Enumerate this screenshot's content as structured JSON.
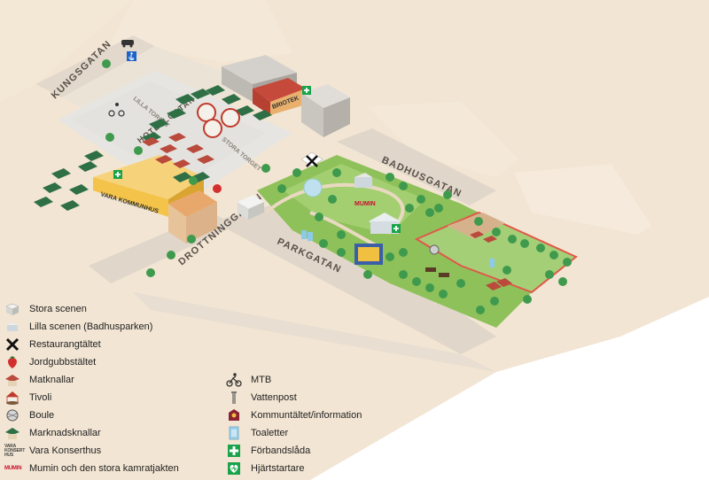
{
  "map": {
    "streets": {
      "kungsgatan": "KUNGSGATAN",
      "hotellgatan": "HOTELLGATAN",
      "drottninggatan": "DROTTNINGGATAN",
      "parkgatan": "PARKGATAN",
      "badhusgatan": "BADHUSGATAN"
    },
    "places": {
      "lilla_torget": "LILLA TORGET",
      "stora_torget": "STORA TORGET",
      "vara_kommunhus": "VARA KOMMUNHUS",
      "briotek": "BRIOTEK",
      "mumin": "MUMIN"
    },
    "colors": {
      "ground": "#f2e5d3",
      "street": "#e0d6ca",
      "park_green": "#8ec15a",
      "tree_green": "#3f9a4e",
      "building_yellow": "#f3c34a",
      "building_orange": "#e9a86b",
      "accent_red": "#e0584a",
      "first_aid_green": "#19a34a"
    }
  },
  "legend": {
    "left": [
      {
        "icon": "stage-icon",
        "label": "Stora scenen"
      },
      {
        "icon": "small-stage-icon",
        "label": "Lilla scenen (Badhusparken)"
      },
      {
        "icon": "restaurant-icon",
        "label": "Restaurangtältet"
      },
      {
        "icon": "strawberry-icon",
        "label": "Jordgubbstältet"
      },
      {
        "icon": "food-stall-icon",
        "label": "Matknallar"
      },
      {
        "icon": "carousel-icon",
        "label": "Tivoli"
      },
      {
        "icon": "boule-icon",
        "label": "Boule"
      },
      {
        "icon": "market-stall-icon",
        "label": "Marknadsknallar"
      },
      {
        "icon": "concert-hall-icon",
        "label": "Vara Konserthus",
        "badge": "VARA KONSERT HUS"
      },
      {
        "icon": "mumin-icon",
        "label": "Mumin och den stora kamratjakten",
        "badge": "MUMIN"
      }
    ],
    "right": [
      {
        "icon": "mtb-icon",
        "label": "MTB"
      },
      {
        "icon": "water-post-icon",
        "label": "Vattenpost"
      },
      {
        "icon": "info-tent-icon",
        "label": "Kommuntältet/information"
      },
      {
        "icon": "toilet-icon",
        "label": "Toaletter"
      },
      {
        "icon": "first-aid-icon",
        "label": "Förbandslåda"
      },
      {
        "icon": "defibrillator-icon",
        "label": "Hjärtstartare"
      }
    ]
  }
}
